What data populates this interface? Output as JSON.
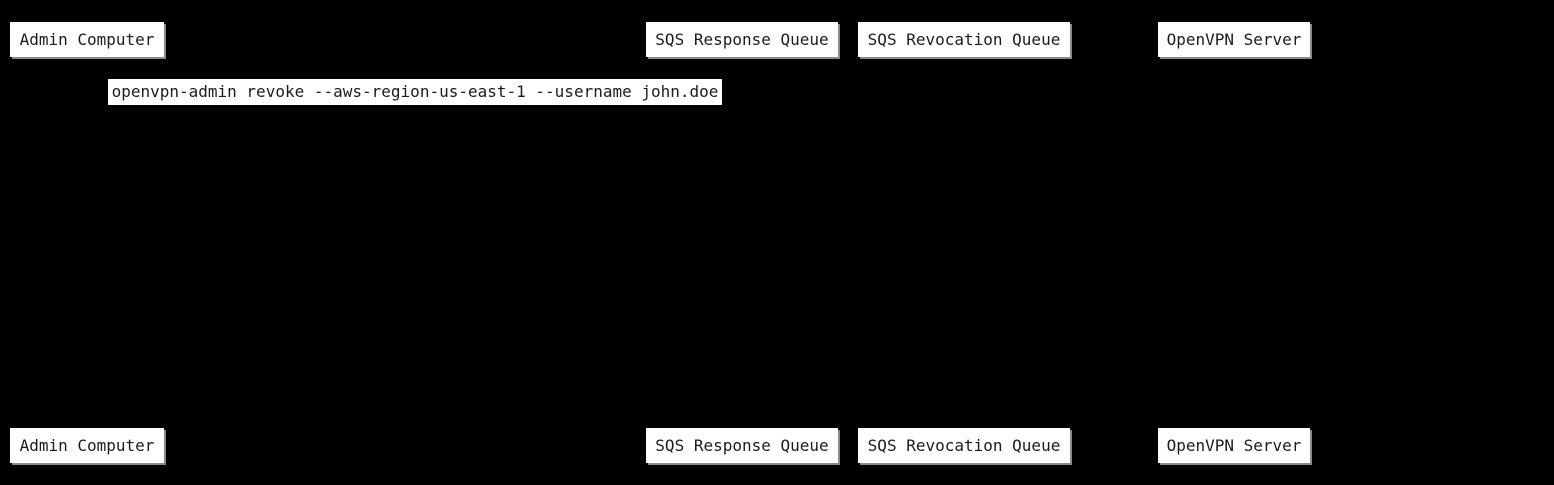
{
  "diagram": {
    "type": "sequence",
    "colors": {
      "background": "#000000",
      "box_fill": "#ffffff",
      "box_text": "#1c1c1c",
      "box_shadow": "#8a8a8a"
    },
    "participants": [
      {
        "label": "Admin Computer"
      },
      {
        "label": "SQS Response Queue"
      },
      {
        "label": "SQS Revocation Queue"
      },
      {
        "label": "OpenVPN Server"
      }
    ],
    "messages": [
      {
        "from": "Admin Computer",
        "label": "openvpn-admin revoke --aws-region-us-east-1 --username john.doe"
      }
    ]
  }
}
